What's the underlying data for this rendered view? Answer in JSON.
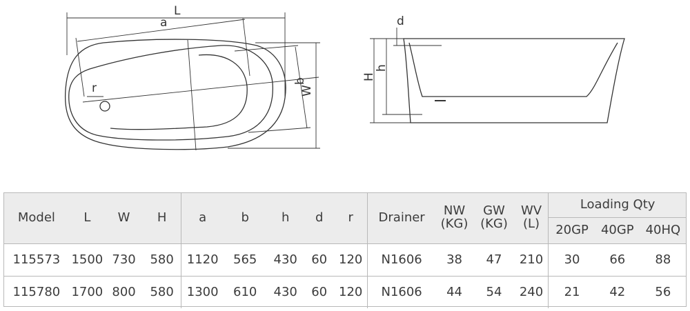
{
  "diagram": {
    "top_view_labels": {
      "L": "L",
      "a": "a",
      "b": "b",
      "W": "W",
      "r": "r"
    },
    "side_view_labels": {
      "d": "d",
      "h": "h",
      "H": "H"
    }
  },
  "table": {
    "headers": {
      "model": "Model",
      "L": "L",
      "W": "W",
      "H": "H",
      "a": "a",
      "b": "b",
      "h": "h",
      "d": "d",
      "r": "r",
      "drainer": "Drainer",
      "nw": "NW",
      "nw_unit": "(KG)",
      "gw": "GW",
      "gw_unit": "(KG)",
      "wv": "WV",
      "wv_unit": "(L)",
      "loading_qty": "Loading Qty",
      "gp20": "20GP",
      "gp40": "40GP",
      "hq40": "40HQ"
    },
    "rows": [
      {
        "model": "115573",
        "L": "1500",
        "W": "730",
        "H": "580",
        "a": "1120",
        "b": "565",
        "h": "430",
        "d": "60",
        "r": "120",
        "drainer": "N1606",
        "nw": "38",
        "gw": "47",
        "wv": "210",
        "gp20": "30",
        "gp40": "66",
        "hq40": "88"
      },
      {
        "model": "115780",
        "L": "1700",
        "W": "800",
        "H": "580",
        "a": "1300",
        "b": "610",
        "h": "430",
        "d": "60",
        "r": "120",
        "drainer": "N1606",
        "nw": "44",
        "gw": "54",
        "wv": "240",
        "gp20": "21",
        "gp40": "42",
        "hq40": "56"
      }
    ]
  }
}
